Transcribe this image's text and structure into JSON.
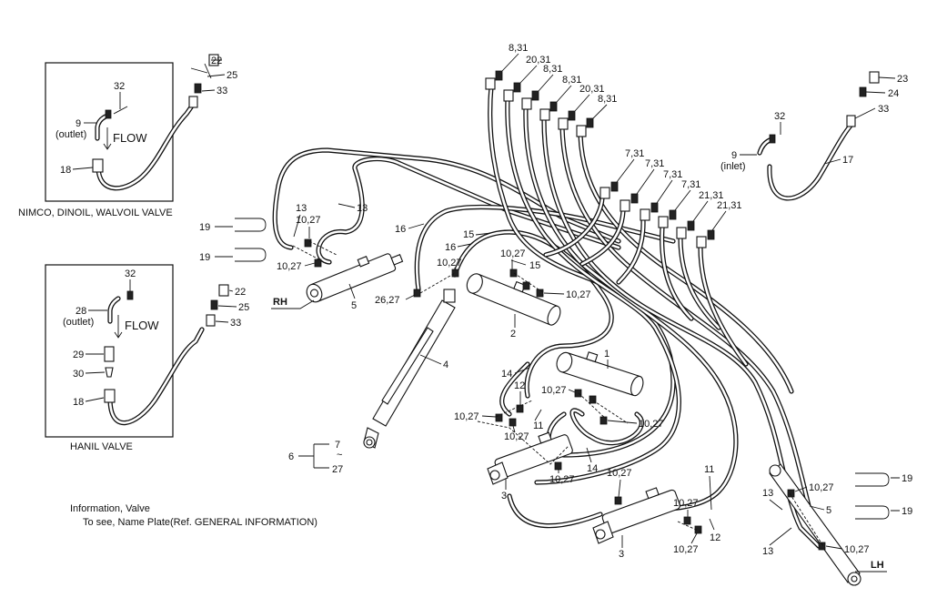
{
  "captions": {
    "box1": "NIMCO, DINOIL, WALVOIL VALVE",
    "box2": "HANIL VALVE",
    "info_line1": "Information, Valve",
    "info_line2": "To see, Name Plate(Ref. GENERAL INFORMATION)",
    "flow": "FLOW",
    "rh": "RH",
    "lh": "LH"
  },
  "callouts": {
    "c22": "22",
    "c25": "25",
    "c33": "33",
    "c32": "32",
    "c9": "9",
    "outlet": "(outlet)",
    "inlet": "(inlet)",
    "c18": "18",
    "c28": "28",
    "c29": "29",
    "c30": "30",
    "c23": "23",
    "c24": "24",
    "c17": "17",
    "c19": "19",
    "c13": "13",
    "c16": "16",
    "c15": "15",
    "c14": "14",
    "c12": "12",
    "c11": "11",
    "c1": "1",
    "c2": "2",
    "c3": "3",
    "c4": "4",
    "c5": "5",
    "c6": "6",
    "c7": "7",
    "tilde": "~",
    "c27": "27",
    "c1027": "10,27",
    "c2627": "26,27",
    "c831": "8,31",
    "c2031": "20,31",
    "c731": "7,31",
    "c2131": "21,31"
  }
}
